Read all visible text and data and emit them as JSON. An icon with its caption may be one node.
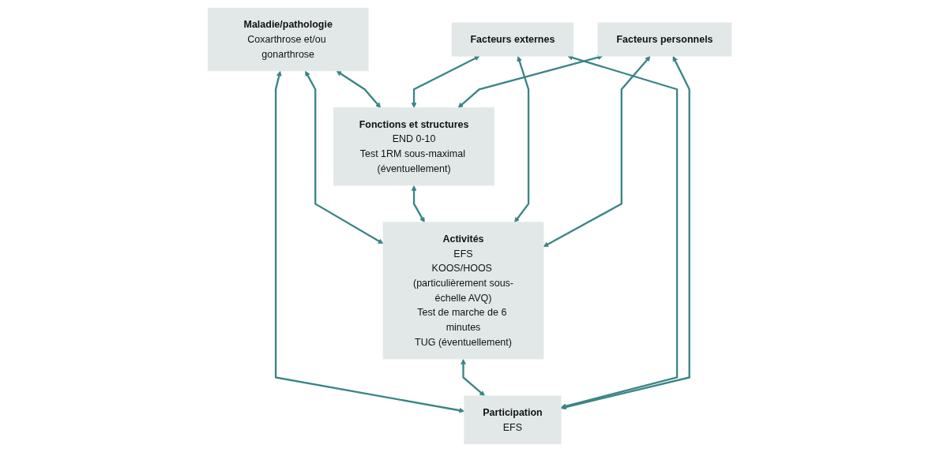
{
  "diagram": {
    "nodes": [
      {
        "text": [
          "Maladie/pathologie",
          "Coxarthrose et/ou gonarthrose"
        ]
      },
      {
        "text": [
          "Fonctions et structures",
          "END 0-10",
          "Test 1RM sous-maximal (éventuellement)"
        ]
      },
      {
        "text": [
          "Activités",
          "EFS",
          "KOOS/HOOS (particulièrement sous-échelle AVQ)",
          "Test de marche de 6 minutes",
          "TUG (éventuellement)"
        ]
      },
      {
        "text": [
          "Participation",
          "EFS"
        ]
      },
      {
        "text": [
          "Facteurs externes"
        ]
      },
      {
        "text": [
          "Facteurs personnels"
        ]
      }
    ],
    "edges": [
      {
        "from": 0,
        "to": 1,
        "arrow": "both"
      },
      {
        "from": 0,
        "to": 2,
        "arrow": "both"
      },
      {
        "from": 0,
        "to": 3,
        "arrow": "both"
      },
      {
        "from": 1,
        "to": 2,
        "arrow": "both"
      },
      {
        "from": 2,
        "to": 3,
        "arrow": "both"
      },
      {
        "from": 4,
        "to": 1,
        "arrow": "both"
      },
      {
        "from": 4,
        "to": 2,
        "arrow": "both"
      },
      {
        "from": 4,
        "to": 3,
        "arrow": "both"
      },
      {
        "from": 5,
        "to": 1,
        "arrow": "both"
      },
      {
        "from": 5,
        "to": 2,
        "arrow": "both"
      },
      {
        "from": 5,
        "to": 3,
        "arrow": "both"
      }
    ]
  }
}
